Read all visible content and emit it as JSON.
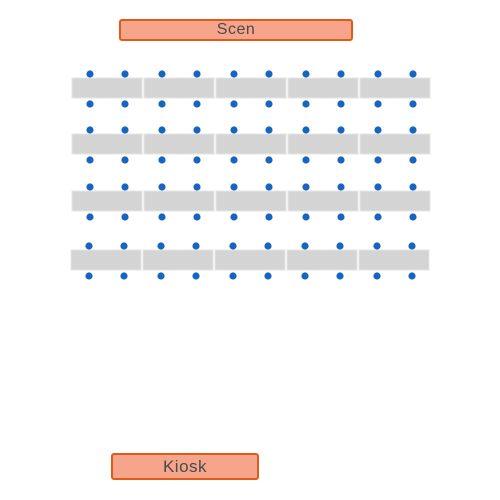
{
  "stage": {
    "label": "Scen"
  },
  "kiosk": {
    "label": "Kiosk"
  },
  "seating": {
    "rows": 4,
    "tables_per_row": 5,
    "seats_per_side_per_table": 2,
    "table_color": "#d4d4d4",
    "seat_color": "#1665c1",
    "label_fill": "#f6a58a",
    "label_border": "#e05a1c"
  }
}
